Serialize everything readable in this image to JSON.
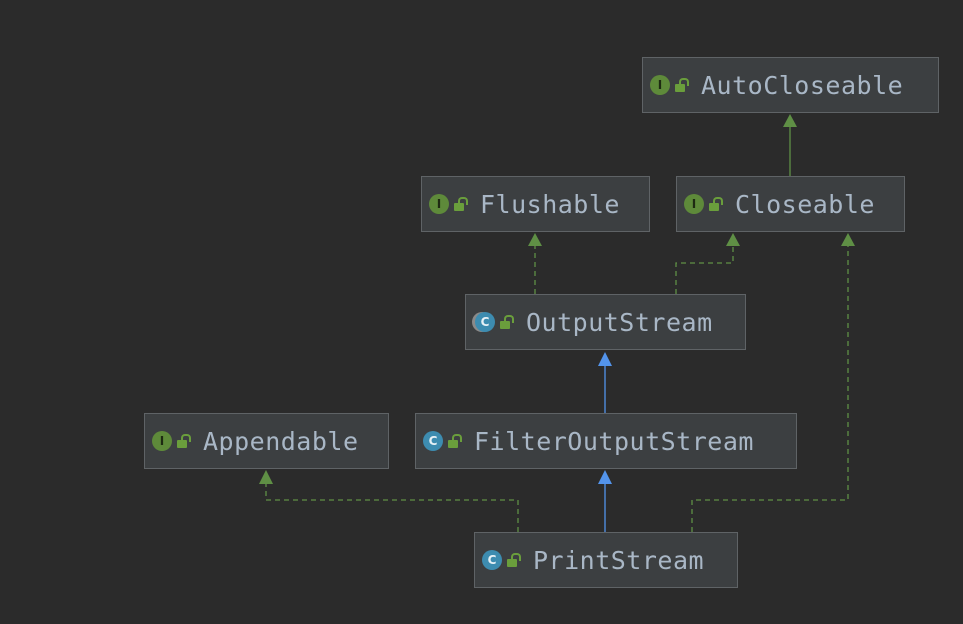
{
  "diagram": {
    "nodes": [
      {
        "id": "AutoCloseable",
        "name": "AutoCloseable",
        "kind": "interface",
        "kind_letter": "I"
      },
      {
        "id": "Flushable",
        "name": "Flushable",
        "kind": "interface",
        "kind_letter": "I"
      },
      {
        "id": "Closeable",
        "name": "Closeable",
        "kind": "interface",
        "kind_letter": "I"
      },
      {
        "id": "OutputStream",
        "name": "OutputStream",
        "kind": "abstract-class",
        "kind_letter": "C"
      },
      {
        "id": "Appendable",
        "name": "Appendable",
        "kind": "interface",
        "kind_letter": "I"
      },
      {
        "id": "FilterOutputStream",
        "name": "FilterOutputStream",
        "kind": "class",
        "kind_letter": "C"
      },
      {
        "id": "PrintStream",
        "name": "PrintStream",
        "kind": "class",
        "kind_letter": "C"
      }
    ],
    "edges": [
      {
        "from": "Closeable",
        "to": "AutoCloseable",
        "type": "extends-interface"
      },
      {
        "from": "OutputStream",
        "to": "Flushable",
        "type": "implements"
      },
      {
        "from": "OutputStream",
        "to": "Closeable",
        "type": "implements"
      },
      {
        "from": "FilterOutputStream",
        "to": "OutputStream",
        "type": "extends"
      },
      {
        "from": "PrintStream",
        "to": "FilterOutputStream",
        "type": "extends"
      },
      {
        "from": "PrintStream",
        "to": "Appendable",
        "type": "implements"
      },
      {
        "from": "PrintStream",
        "to": "Closeable",
        "type": "implements"
      }
    ],
    "colors": {
      "background": "#2b2b2b",
      "node_fill": "#3c3f41",
      "node_border": "#5f6366",
      "text": "#a9b7c6",
      "interface_icon": "#5e8a3a",
      "class_icon": "#3d8cb0",
      "lock_icon": "#6a9e3c",
      "extends_edge": "#5394ec",
      "implements_edge": "#5f8f45"
    },
    "icons": {
      "interface": "interface-icon",
      "class": "class-icon",
      "abstract-class": "abstract-class-icon",
      "visibility": "public-lock-icon"
    }
  }
}
